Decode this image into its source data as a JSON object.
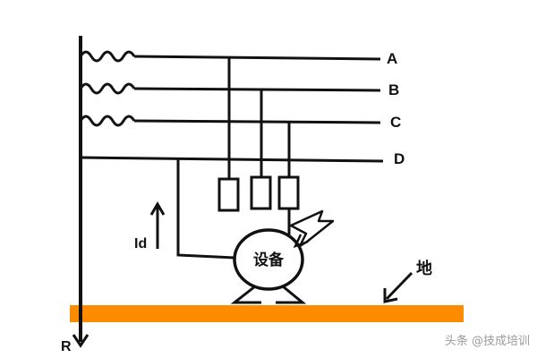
{
  "diagram": {
    "lines": [
      {
        "id": "A",
        "label": "A"
      },
      {
        "id": "B",
        "label": "B"
      },
      {
        "id": "C",
        "label": "C"
      },
      {
        "id": "D",
        "label": "D"
      }
    ],
    "ground_label": "地",
    "ground_wire_label": "R",
    "current_label": "Id",
    "device_label": "设备",
    "colors": {
      "ground_bar": "#ff8c00",
      "stroke": "#111111"
    }
  },
  "watermark": {
    "text": "头条 @技成培训"
  }
}
